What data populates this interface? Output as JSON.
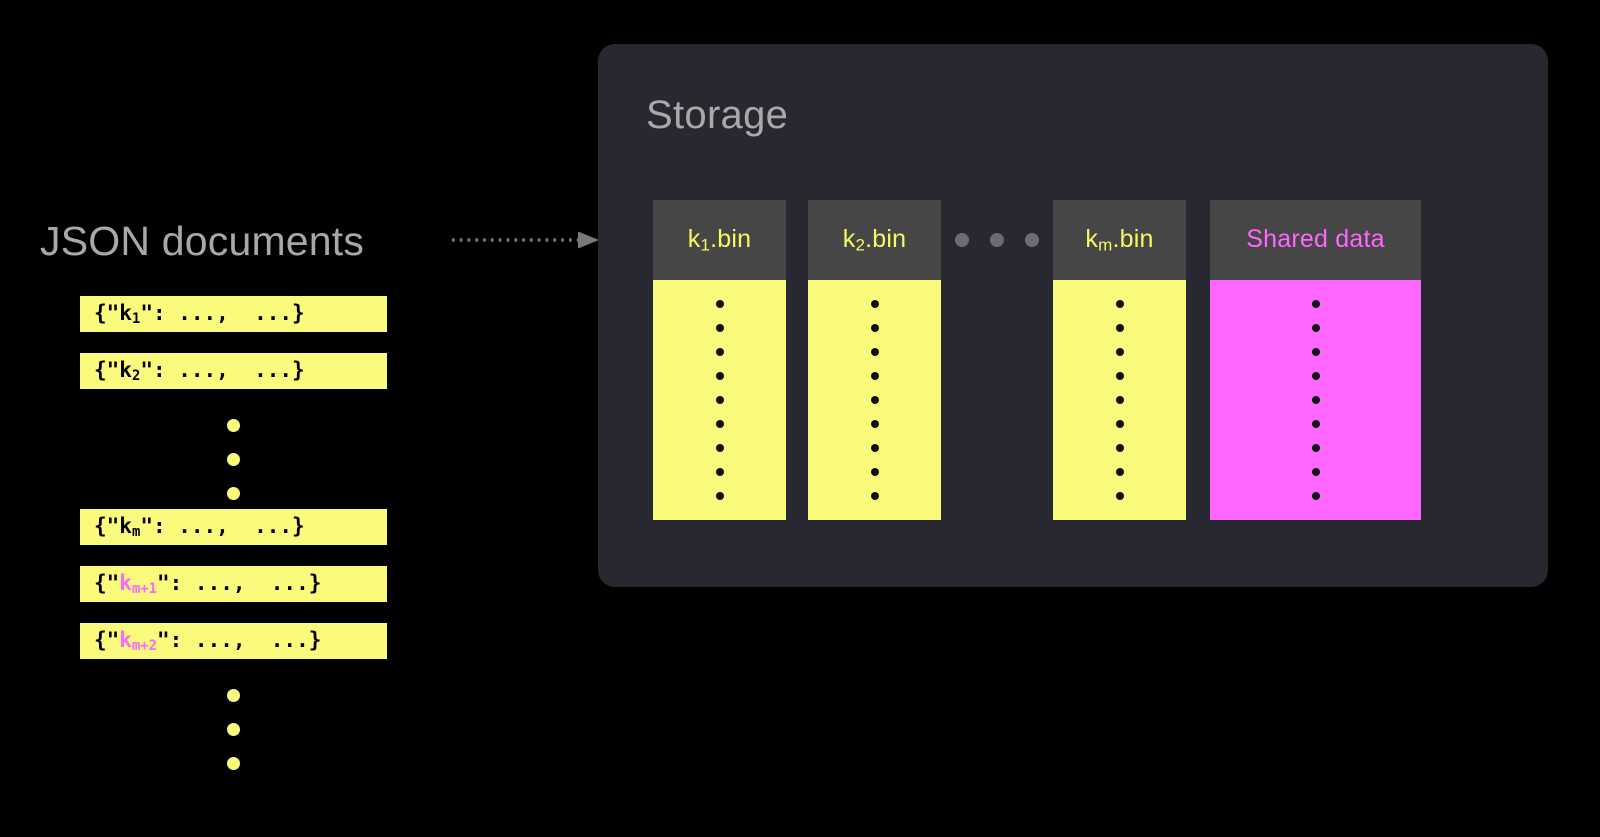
{
  "page": {
    "background_color": "#000000",
    "title": "JSON documents to Storage bins diagram"
  },
  "left": {
    "label": "JSON documents",
    "label_color": "#a8a8a8",
    "doc_box_color": "#fafa7c",
    "doc_text_color": "#000000",
    "highlight_color": "#ff66ff",
    "documents": [
      {
        "prefix": "{\"",
        "key": "k",
        "key_sub": "1",
        "suffix": "\": ...,  ...}",
        "highlighted": false
      },
      {
        "prefix": "{\"",
        "key": "k",
        "key_sub": "2",
        "suffix": "\": ...,  ...}",
        "highlighted": false
      },
      {
        "prefix": "{\"",
        "key": "k",
        "key_sub": "m",
        "suffix": "\": ...,  ...}",
        "highlighted": false
      },
      {
        "prefix": "{\"",
        "key": "k",
        "key_sub": "m+1",
        "suffix": "\": ...,  ...}",
        "highlighted": true
      },
      {
        "prefix": "{\"",
        "key": "k",
        "key_sub": "m+2",
        "suffix": "\": ...,  ...}",
        "highlighted": true
      }
    ],
    "ellipsis_dot_count": 3,
    "ellipsis_dot_color": "#fafa7c"
  },
  "arrow": {
    "name": "dotted-arrow",
    "style": "dotted",
    "color": "#7a7a7a",
    "direction": "right"
  },
  "storage": {
    "title": "Storage",
    "title_color": "#a9a9a9",
    "panel_color": "#282930",
    "header_color": "#464646",
    "bins": [
      {
        "label_prefix": "k",
        "label_sub": "1",
        "label_suffix": ".bin",
        "label_color": "#f7f764",
        "body_color": "#fafa7c",
        "dot_count": 9,
        "width": "standard"
      },
      {
        "label_prefix": "k",
        "label_sub": "2",
        "label_suffix": ".bin",
        "label_color": "#f7f764",
        "body_color": "#fafa7c",
        "dot_count": 9,
        "width": "standard"
      },
      {
        "label_prefix": "k",
        "label_sub": "m",
        "label_suffix": ".bin",
        "label_color": "#f7f764",
        "body_color": "#fafa7c",
        "dot_count": 9,
        "width": "standard"
      },
      {
        "label_prefix": "Shared data",
        "label_sub": "",
        "label_suffix": "",
        "label_color": "#ff66ff",
        "body_color": "#ff66ff",
        "dot_count": 9,
        "width": "shared"
      }
    ],
    "bins_ellipsis_dot_count": 3,
    "bins_ellipsis_dot_color": "#6b6b70",
    "body_dot_color": "#111111"
  }
}
